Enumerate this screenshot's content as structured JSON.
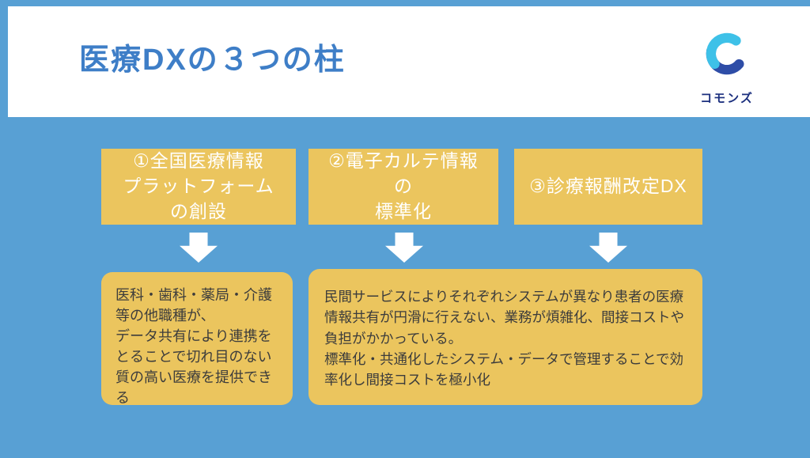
{
  "slide": {
    "title": "医療DXの３つの柱"
  },
  "logo": {
    "text": "コモンズ"
  },
  "pillars": [
    {
      "label": "①全国医療情報\nプラットフォーム\nの創設"
    },
    {
      "label": "②電子カルテ情報\nの\n標準化"
    },
    {
      "label": "③診療報酬改定DX"
    }
  ],
  "details": [
    {
      "text": "医科・歯科・薬局・介護等の他職種が、\nデータ共有により連携をとることで切れ目のない質の高い医療を提供できる"
    },
    {
      "text": "民間サービスによりそれぞれシステムが異なり患者の医療情報共有が円滑に行えない、業務が煩雑化、間接コストや負担がかかっている。\n標準化・共通化したシステム・データで管理することで効率化し間接コストを極小化"
    }
  ],
  "icons": {
    "arrow": "down-arrow",
    "logo_mark": "commons-c-mark"
  },
  "colors": {
    "background": "#58A0D4",
    "header_background": "#FFFFFF",
    "title_text": "#3E7EC7",
    "box_fill": "#EBC55E",
    "pillar_text": "#FFFFFF",
    "detail_text": "#3C3C3C",
    "arrow": "#FFFFFF",
    "logo_cyan": "#3EC1E8",
    "logo_blue": "#2E4DA7",
    "logo_text": "#1B2F7E"
  }
}
